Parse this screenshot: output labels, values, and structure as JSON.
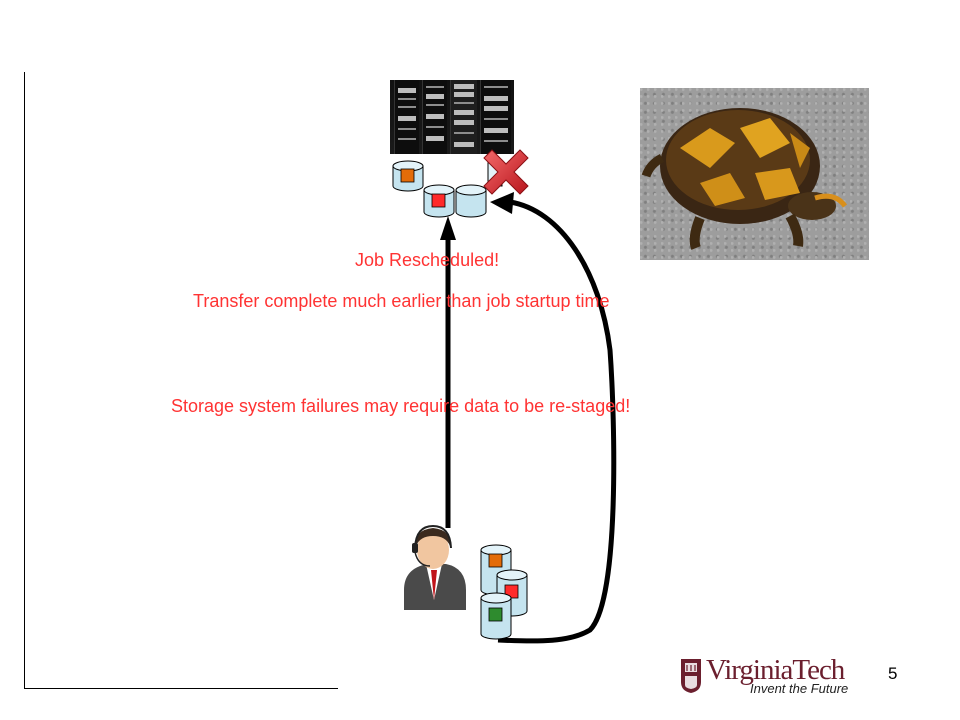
{
  "labels": {
    "job_rescheduled": "Job Rescheduled!",
    "transfer_complete": "Transfer complete much earlier than job startup time",
    "storage_failures": "Storage system failures may require data to be re-staged!"
  },
  "footer": {
    "logo_text": "VirginiaTech",
    "logo_tagline": "Invent the Future",
    "page_number": "5"
  },
  "colors": {
    "label_red": "#ff3333",
    "block_orange": "#e36c09",
    "block_red": "#ff2a2a",
    "block_green": "#2e8b2e",
    "cylinder_fill": "#c5e4ef",
    "fail_red": "#d9262c",
    "brand_maroon": "#6b1f2e"
  },
  "icons": [
    "server-rack-photo",
    "turtle-photo",
    "failure-x-icon",
    "data-cylinder-icon",
    "user-headset-icon",
    "vt-seal-icon"
  ]
}
